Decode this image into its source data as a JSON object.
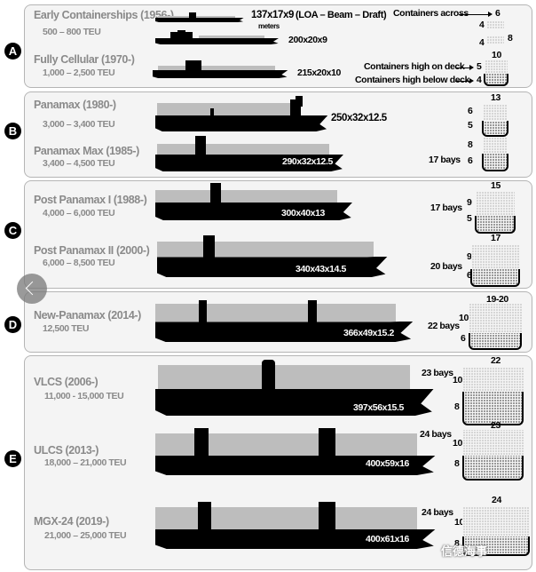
{
  "sections": {
    "A": {
      "badge": "A",
      "ships": [
        {
          "name": "Early Containerships (1956-)",
          "teu": "500 – 800 TEU",
          "dims": "137x17x9",
          "unit": "meters",
          "legend": "(LOA – Beam – Draft)"
        },
        {
          "dims": "200x20x9"
        },
        {
          "name": "Fully Cellular (1970-)",
          "teu": "1,000 – 2,500 TEU",
          "dims": "215x20x10"
        }
      ],
      "labels": {
        "across": "Containers across",
        "on_deck": "Containers high on deck",
        "below_deck": "Containers high below deck"
      },
      "sections": [
        {
          "across": "6",
          "high": "4"
        },
        {
          "across": "8",
          "high": "4"
        },
        {
          "across": "10",
          "on": "5",
          "below": "4"
        }
      ]
    },
    "B": {
      "badge": "B",
      "ships": [
        {
          "name": "Panamax (1980-)",
          "teu": "3,000 – 3,400 TEU",
          "dims": "250x32x12.5",
          "across": "13",
          "on": "6",
          "below": "5"
        },
        {
          "name": "Panamax Max (1985-)",
          "teu": "3,400 – 4,500 TEU",
          "dims": "290x32x12.5",
          "bays": "17 bays",
          "on": "8",
          "below": "6"
        }
      ]
    },
    "C": {
      "badge": "C",
      "ships": [
        {
          "name": "Post Panamax I (1988-)",
          "teu": "4,000 – 6,000 TEU",
          "dims": "300x40x13",
          "bays": "17 bays",
          "across": "15",
          "on": "9",
          "below": "5"
        },
        {
          "name": "Post Panamax II (2000-)",
          "teu": "6,000 – 8,500 TEU",
          "dims": "340x43x14.5",
          "bays": "20 bays",
          "across": "17",
          "on": "9",
          "below": "6"
        }
      ]
    },
    "D": {
      "badge": "D",
      "ships": [
        {
          "name": "New-Panamax (2014-)",
          "teu": "12,500 TEU",
          "dims": "366x49x15.2",
          "bays": "22 bays",
          "across": "19-20",
          "on": "10",
          "below": "6"
        }
      ]
    },
    "E": {
      "badge": "E",
      "ships": [
        {
          "name": "VLCS (2006-)",
          "teu": "11,000 - 15,000 TEU",
          "dims": "397x56x15.5",
          "bays": "23 bays",
          "across": "22",
          "on": "10",
          "below": "8"
        },
        {
          "name": "ULCS (2013-)",
          "teu": "18,000 – 21,000 TEU",
          "dims": "400x59x16",
          "bays": "24 bays",
          "across": "23",
          "on": "10",
          "below": "8"
        },
        {
          "name": "MGX-24 (2019-)",
          "teu": "21,000 – 25,000 TEU",
          "dims": "400x61x16",
          "bays": "24 bays",
          "across": "24",
          "on": "10",
          "below": "8"
        }
      ]
    }
  },
  "watermark": "信德海事"
}
